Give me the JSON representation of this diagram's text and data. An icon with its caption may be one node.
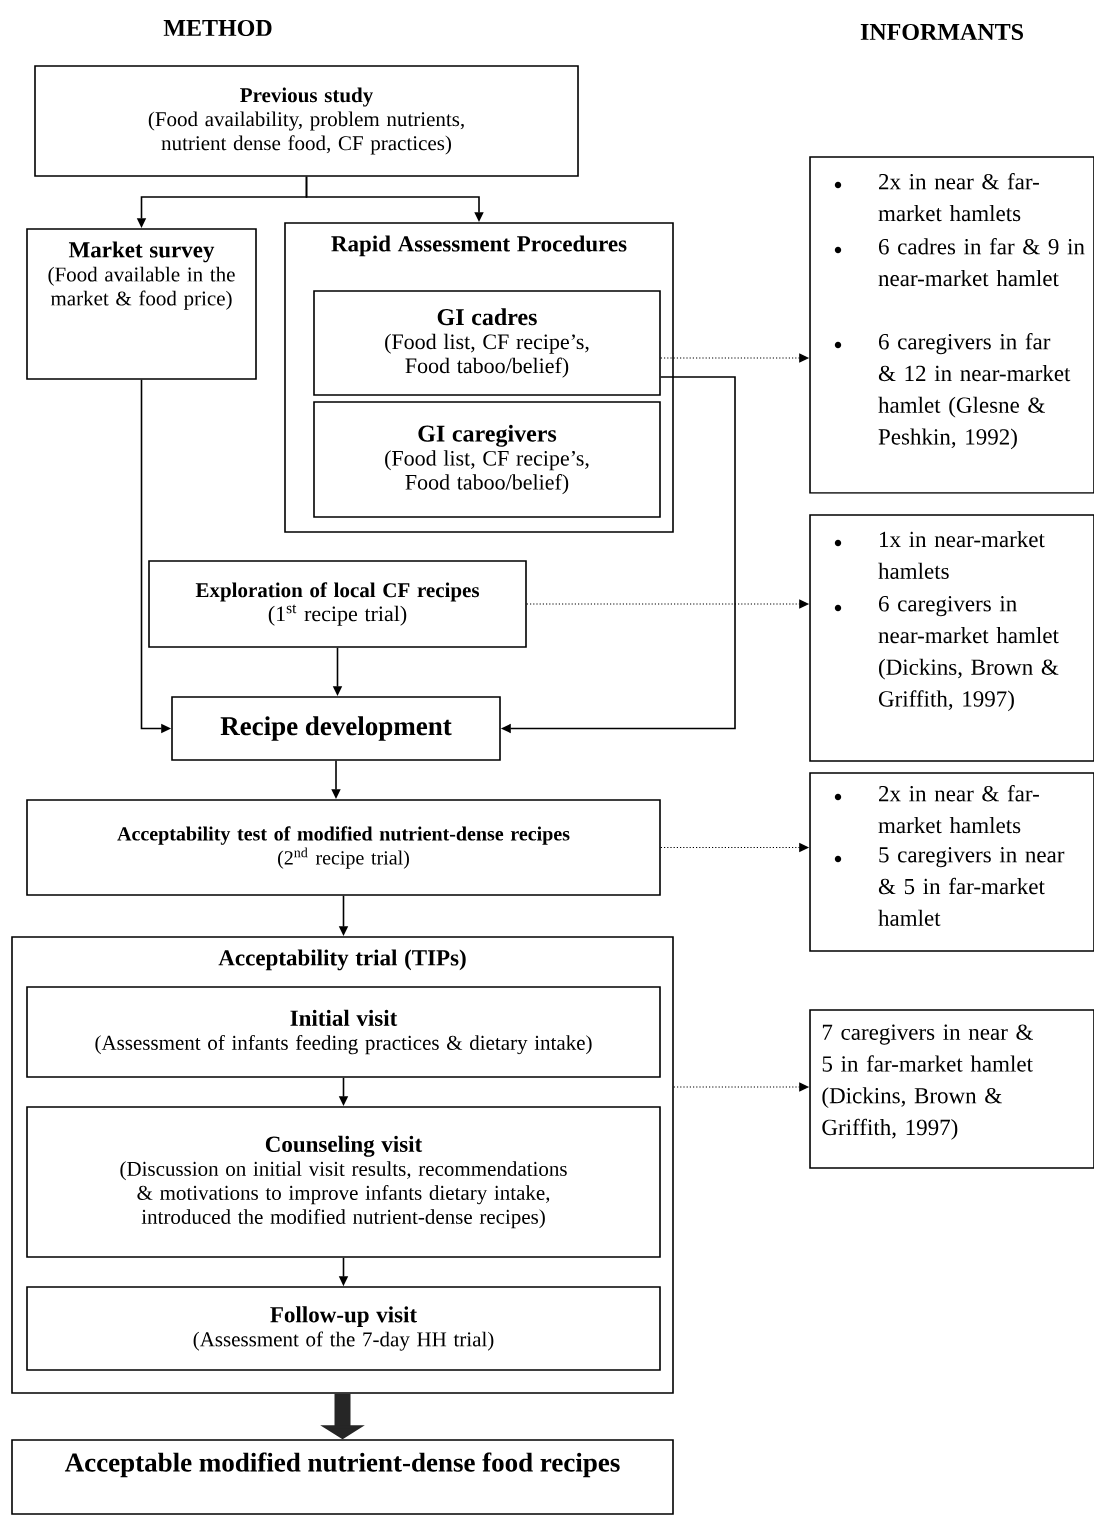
{
  "diagram": {
    "nodes": [
      {
        "text": [
          "Previous study",
          "(Food availability, problem nutrients, nutrient dense food, CF practices)"
        ]
      },
      {
        "text": [
          "Market survey",
          "(Food available in the market & food price)"
        ]
      },
      {
        "text": [
          "Rapid Assessment Procedures"
        ]
      },
      {
        "text": [
          "GI cadres",
          "(Food list, CF recipe’s, Food taboo/belief)"
        ],
        "in": 2
      },
      {
        "text": [
          "GI caregivers",
          "(Food list, CF recipe’s, Food taboo/belief)"
        ],
        "in": 2
      },
      {
        "text": [
          "Exploration of local CF recipes",
          "(1$^{st}$ recipe trial)"
        ]
      },
      {
        "text": [
          "Recipe development"
        ]
      },
      {
        "text": [
          "Acceptability test of modified nutrient-dense recipes",
          "(2$^{nd}$ recipe trial)"
        ]
      },
      {
        "text": [
          "Acceptability trial (TIPs)"
        ]
      },
      {
        "text": [
          "Initial visit",
          "(Assessment of infants feeding practices & dietary intake)"
        ],
        "in": 8
      },
      {
        "text": [
          "Counseling visit",
          "(Discussion on initial visit results, recommendations & motivations to improve infants dietary intake, introduced the modified nutrient-dense recipes)"
        ],
        "in": 8
      },
      {
        "text": [
          "Follow-up visit",
          "(Assessment of the 7-day HH trial)"
        ],
        "in": 8
      },
      {
        "text": [
          "Acceptable modified nutrient-dense food recipes"
        ]
      },
      {
        "text": [
          "2x in near & far-market hamlets",
          "6 cadres in far & 9 in near-market hamlet",
          "6 caregivers in far & 12 in near-market hamlet (Glesne & Peshkin, 1992)"
        ]
      },
      {
        "text": [
          "1x in near-market hamlets",
          "6 caregivers in near-market hamlet (Dickins, Brown & Griffith, 1997)"
        ]
      },
      {
        "text": [
          "2x in near & far-market hamlets",
          "5 caregivers in near & 5 in far-market hamlet"
        ]
      },
      {
        "text": [
          "7 caregivers in near & 5 in far-market hamlet (Dickins, Brown & Griffith, 1997)"
        ]
      }
    ],
    "edges": [
      {
        "from": 0,
        "to": 1,
        "arrow": "to"
      },
      {
        "from": 0,
        "to": 2,
        "arrow": "to"
      },
      {
        "from": 1,
        "to": 6,
        "arrow": "to"
      },
      {
        "from": 5,
        "to": 6,
        "arrow": "to"
      },
      {
        "from": 3,
        "to": 6,
        "arrow": "to"
      },
      {
        "from": 6,
        "to": 7,
        "arrow": "to"
      },
      {
        "from": 7,
        "to": 8,
        "arrow": "to"
      },
      {
        "from": 9,
        "to": 10,
        "arrow": "to"
      },
      {
        "from": 10,
        "to": 11,
        "arrow": "to"
      },
      {
        "from": 8,
        "to": 12,
        "arrow": "to",
        "style": "thick"
      },
      {
        "from": 3,
        "to": 13,
        "arrow": "to",
        "style": "dashed"
      },
      {
        "from": 5,
        "to": 14,
        "arrow": "to",
        "style": "dashed"
      },
      {
        "from": 7,
        "to": 15,
        "arrow": "to",
        "style": "dashed"
      },
      {
        "from": 8,
        "to": 16,
        "arrow": "to",
        "style": "dashed"
      }
    ],
    "labels": [
      "METHOD",
      "INFORMANTS"
    ]
  }
}
